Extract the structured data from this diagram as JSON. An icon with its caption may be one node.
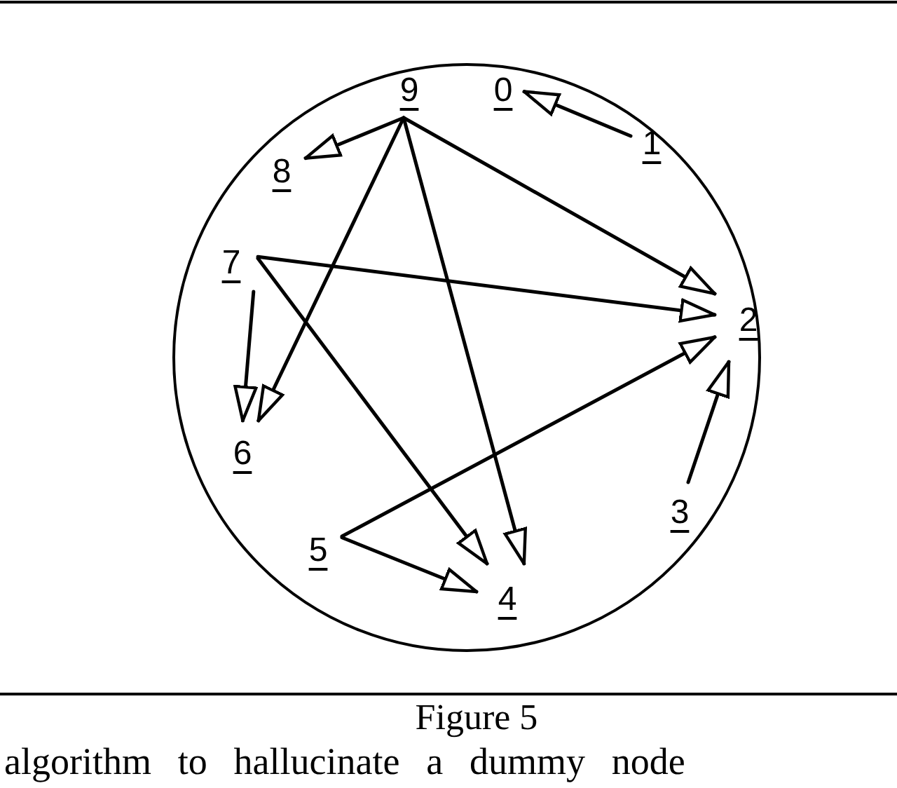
{
  "diagram": {
    "caption": "Figure 5",
    "nodes": [
      {
        "text": [],
        "shape": "circle"
      },
      {
        "text": [
          "0"
        ],
        "in": 0
      },
      {
        "text": [
          "1"
        ],
        "in": 0
      },
      {
        "text": [
          "2"
        ],
        "in": 0
      },
      {
        "text": [
          "3"
        ],
        "in": 0
      },
      {
        "text": [
          "4"
        ],
        "in": 0
      },
      {
        "text": [
          "5"
        ],
        "in": 0
      },
      {
        "text": [
          "6"
        ],
        "in": 0
      },
      {
        "text": [
          "7"
        ],
        "in": 0
      },
      {
        "text": [
          "8"
        ],
        "in": 0
      },
      {
        "text": [
          "9"
        ],
        "in": 0
      }
    ],
    "edges": [
      {
        "from": 2,
        "to": 1,
        "arrow": "to"
      },
      {
        "from": 10,
        "to": 9,
        "arrow": "to"
      },
      {
        "from": 10,
        "to": 3,
        "arrow": "to"
      },
      {
        "from": 10,
        "to": 7,
        "arrow": "to"
      },
      {
        "from": 10,
        "to": 5,
        "arrow": "to"
      },
      {
        "from": 8,
        "to": 3,
        "arrow": "to"
      },
      {
        "from": 8,
        "to": 7,
        "arrow": "to"
      },
      {
        "from": 8,
        "to": 5,
        "arrow": "to"
      },
      {
        "from": 6,
        "to": 3,
        "arrow": "to"
      },
      {
        "from": 6,
        "to": 5,
        "arrow": "to"
      },
      {
        "from": 4,
        "to": 3,
        "arrow": "to"
      }
    ],
    "labels": [
      "algorithm to hallucinate a dummy node"
    ]
  }
}
